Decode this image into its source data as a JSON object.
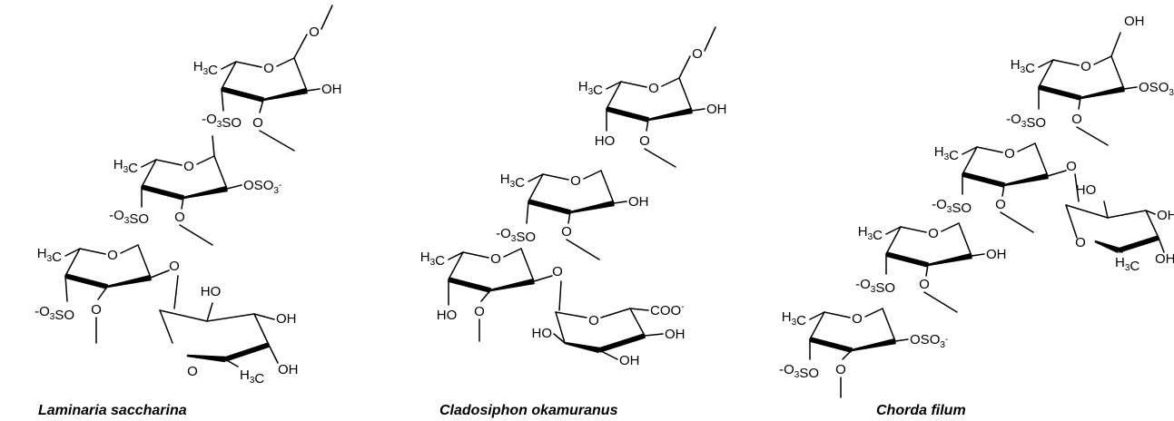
{
  "species": [
    {
      "name": "Laminaria saccharina"
    },
    {
      "name": "Cladosiphon okamuranus"
    },
    {
      "name": "Chorda filum"
    }
  ],
  "groups": {
    "methyl": "H3C",
    "hydroxyl_r": "OH",
    "hydroxyl_l": "HO",
    "ring_oxygen": "O",
    "sulfate_ester": "OSO3-",
    "sulfate_left": "-O3SO",
    "carboxylate": "COO-"
  }
}
